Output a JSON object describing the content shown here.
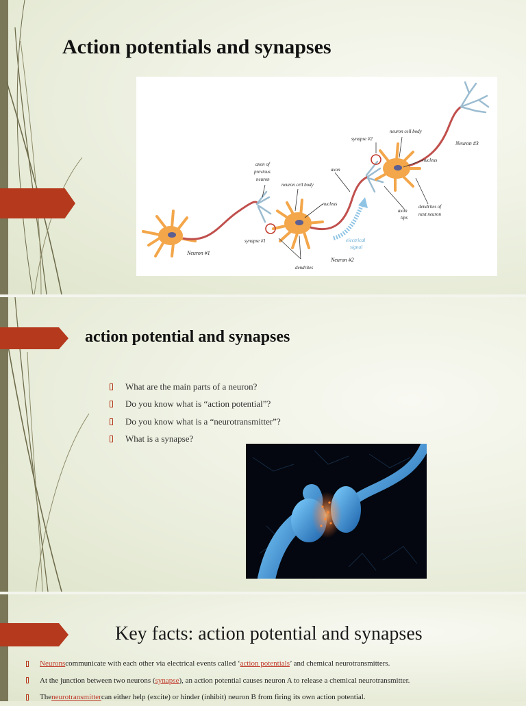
{
  "slide1": {
    "title": "Action potentials and synapses",
    "figure": {
      "labels": {
        "neuron1": "Neuron #1",
        "synapse1": "synapse #1",
        "axon_prev_1": "axon of",
        "axon_prev_2": "previous",
        "axon_prev_3": "neuron",
        "cell_body_1": "neuron cell body",
        "nucleus_1": "nucleus",
        "dendrites": "dendrites",
        "neuron2": "Neuron #2",
        "electrical_1": "electrical",
        "electrical_2": "signal",
        "axon": "axon",
        "synapse2": "synapse #2",
        "cell_body_2": "neuron cell body",
        "nucleus_2": "nucleus",
        "neuron3": "Neuron #3",
        "axon_tips_1": "axon",
        "axon_tips_2": "tips",
        "dend_next_1": "dendrites of",
        "dend_next_2": "next neuron"
      }
    }
  },
  "slide2": {
    "title": "action potential and synapses",
    "bullets": [
      "What are the main parts of a neuron?",
      "Do you know what is “action potential”?",
      "Do you know what is a “neurotransmitter”?",
      "What is a synapse?"
    ]
  },
  "slide3": {
    "title": "Key facts: action potential and synapses",
    "facts": [
      {
        "link": "Neurons",
        "a": " communicate with each other via electrical events called ‘",
        "link2": "action potentials",
        "b": "’ and chemical neurotransmitters."
      },
      {
        "pre": "At the junction between two neurons (",
        "link": "synapse",
        "a": "), an action potential causes neuron A to release a chemical neurotransmitter."
      },
      {
        "pre": "The ",
        "link": "neurotransmitter",
        "a": " can either help (excite) or hinder (inhibit) neuron B from firing its own action potential."
      }
    ]
  },
  "colors": {
    "accent": "#b5391d",
    "sidebar": "#7a7658",
    "link": "#c0392b"
  }
}
